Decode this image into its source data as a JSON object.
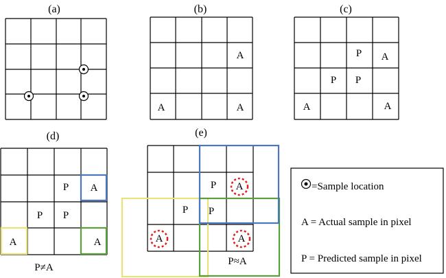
{
  "panels": {
    "a": {
      "label": "(a)"
    },
    "b": {
      "label": "(b)"
    },
    "c": {
      "label": "(c)"
    },
    "d": {
      "label": "(d)",
      "caption": "P≠A"
    },
    "e": {
      "label": "(e)",
      "caption": "P≈A"
    }
  },
  "cells": {
    "b_A1": "A",
    "b_A2": "A",
    "b_A3": "A",
    "c_P1": "P",
    "c_P2": "P",
    "c_P3": "P",
    "c_A1": "A",
    "c_A2": "A",
    "c_A3": "A",
    "d_P1": "P",
    "d_P2": "P",
    "d_P3": "P",
    "d_A1": "A",
    "d_A2": "A",
    "d_A3": "A",
    "e_P1": "P",
    "e_P2": "P",
    "e_P3": "P",
    "e_A1": "A",
    "e_A2": "A",
    "e_A3": "A"
  },
  "legend": {
    "sample_location": "=Sample location",
    "actual": "A = Actual sample in pixel",
    "predicted": "P = Predicted sample in pixel"
  },
  "colors": {
    "blue": "#4a76c0",
    "green": "#5a9e3a",
    "yellow": "#e8e27a",
    "red_dashed": "#e02020"
  }
}
